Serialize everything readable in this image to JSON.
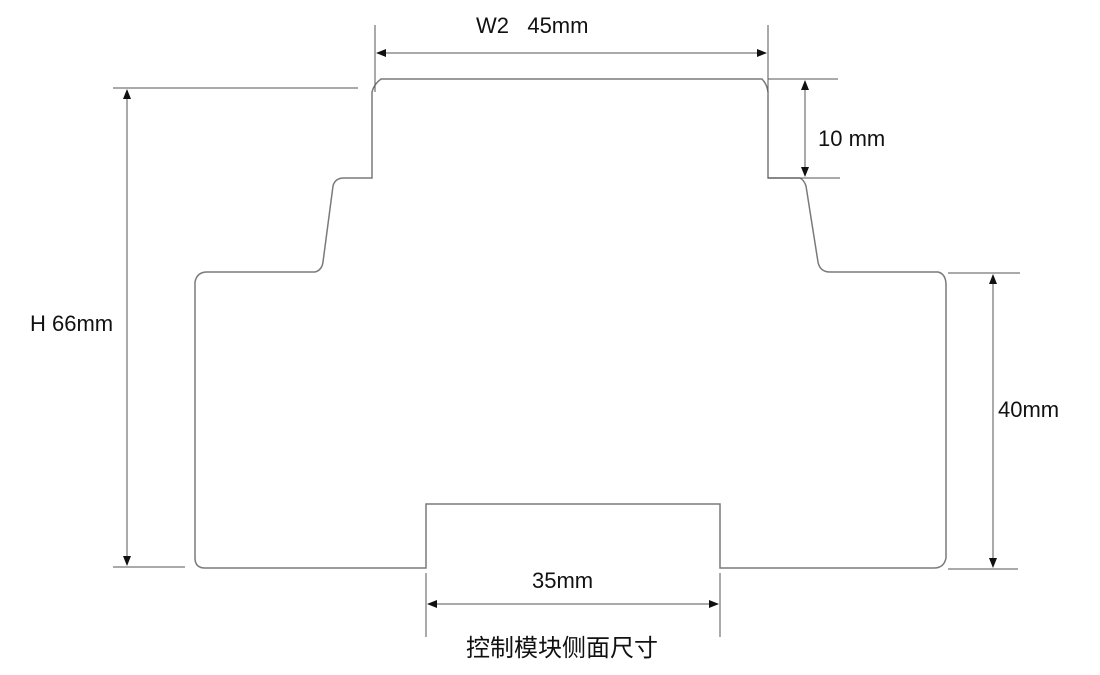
{
  "dimensions": {
    "width_top": "W2   45mm",
    "top_step_height": "10 mm",
    "height_total": "H 66mm",
    "body_height": "40mm",
    "rail_width": "35mm"
  },
  "caption": "控制模块侧面尺寸",
  "colors": {
    "outline": "#7a7a7a",
    "dimension": "#333333"
  }
}
